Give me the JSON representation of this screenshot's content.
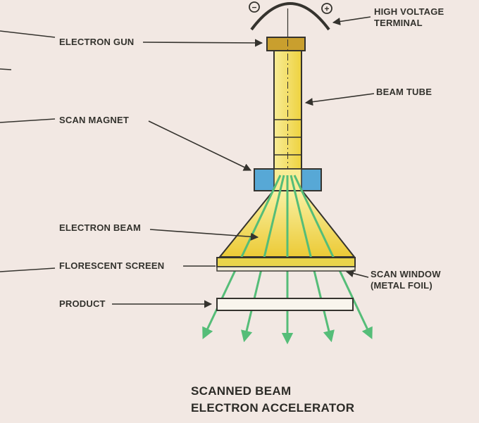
{
  "title": {
    "line1": "SCANNED BEAM",
    "line2": "ELECTRON ACCELERATOR"
  },
  "labels": {
    "electron_gun": "ELECTRON GUN",
    "scan_magnet": "SCAN MAGNET",
    "electron_beam": "ELECTRON BEAM",
    "florescent_screen": "FLORESCENT SCREEN",
    "product": "PRODUCT",
    "high_voltage_line1": "HIGH VOLTAGE",
    "high_voltage_line2": "TERMINAL",
    "beam_tube": "BEAM TUBE",
    "scan_window_line1": "SCAN WINDOW",
    "scan_window_line2": "(METAL FOIL)"
  },
  "terminal": {
    "negative_symbol": "−",
    "positive_symbol": "+"
  },
  "colors": {
    "background": "#f2e8e3",
    "ink": "#35332e",
    "gun_gold": "#c99f2e",
    "tube_yellow_light": "#f8ec96",
    "tube_yellow": "#eed23f",
    "magnet_blue": "#57a8d6",
    "cone_yellow_light": "#f9f1a4",
    "cone_yellow": "#ecca36",
    "screen_yellow": "#e9d44b",
    "foil_white": "#efe9d6",
    "product_white": "#f9f5ed",
    "beam_green": "#55bd78"
  }
}
